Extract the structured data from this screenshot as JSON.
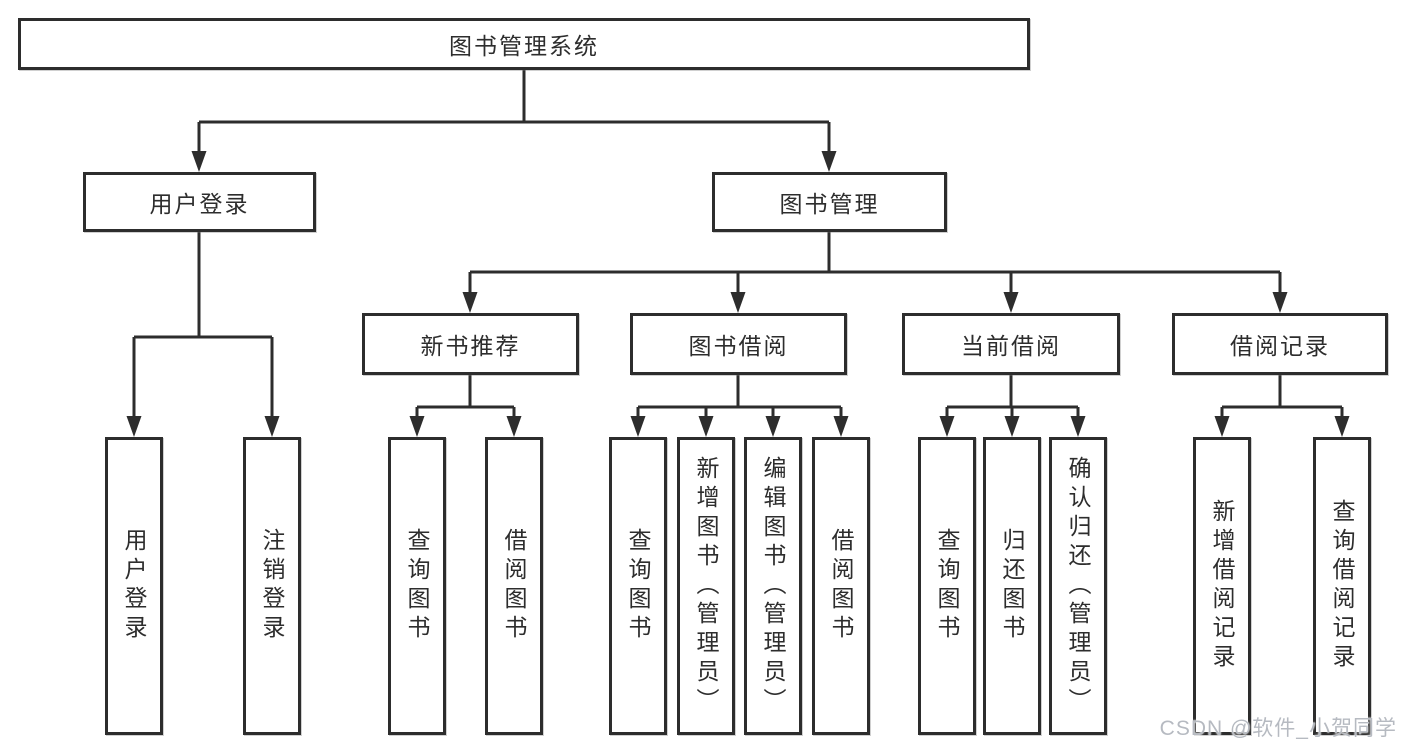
{
  "tree": {
    "root": "图书管理系统",
    "children": [
      {
        "label": "用户登录",
        "children": [
          {
            "label": "用户登录"
          },
          {
            "label": "注销登录"
          }
        ]
      },
      {
        "label": "图书管理",
        "children": [
          {
            "label": "新书推荐",
            "children": [
              {
                "label": "查询图书"
              },
              {
                "label": "借阅图书"
              }
            ]
          },
          {
            "label": "图书借阅",
            "children": [
              {
                "label": "查询图书"
              },
              {
                "label": "新增图书（管理员）"
              },
              {
                "label": "编辑图书（管理员）"
              },
              {
                "label": "借阅图书"
              }
            ]
          },
          {
            "label": "当前借阅",
            "children": [
              {
                "label": "查询图书"
              },
              {
                "label": "归还图书"
              },
              {
                "label": "确认归还（管理员）"
              }
            ]
          },
          {
            "label": "借阅记录",
            "children": [
              {
                "label": "新增借阅记录"
              },
              {
                "label": "查询借阅记录"
              }
            ]
          }
        ]
      }
    ]
  },
  "watermark": "CSDN @软件_小贺同学",
  "colors": {
    "line": "#2d2d2d",
    "text": "#2d2d2d",
    "background": "#ffffff",
    "watermark": "#b6bac1"
  }
}
